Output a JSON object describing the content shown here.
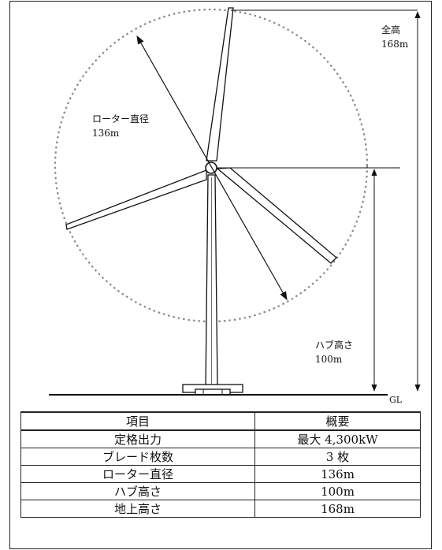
{
  "labels": {
    "total_height": "全高",
    "total_height_value": "168m",
    "rotor_diameter": "ローター直径",
    "rotor_diameter_value": "136m",
    "hub_height": "ハブ高さ",
    "hub_height_value": "100m",
    "ground_level": "GL"
  },
  "table": {
    "headers": [
      "項目",
      "概要"
    ],
    "rows": [
      [
        "定格出力",
        "最大 4,300kW"
      ],
      [
        "ブレード枚数",
        "3 枚"
      ],
      [
        "ローター直径",
        "136m"
      ],
      [
        "ハブ高さ",
        "100m"
      ],
      [
        "地上高さ",
        "168m"
      ]
    ]
  }
}
